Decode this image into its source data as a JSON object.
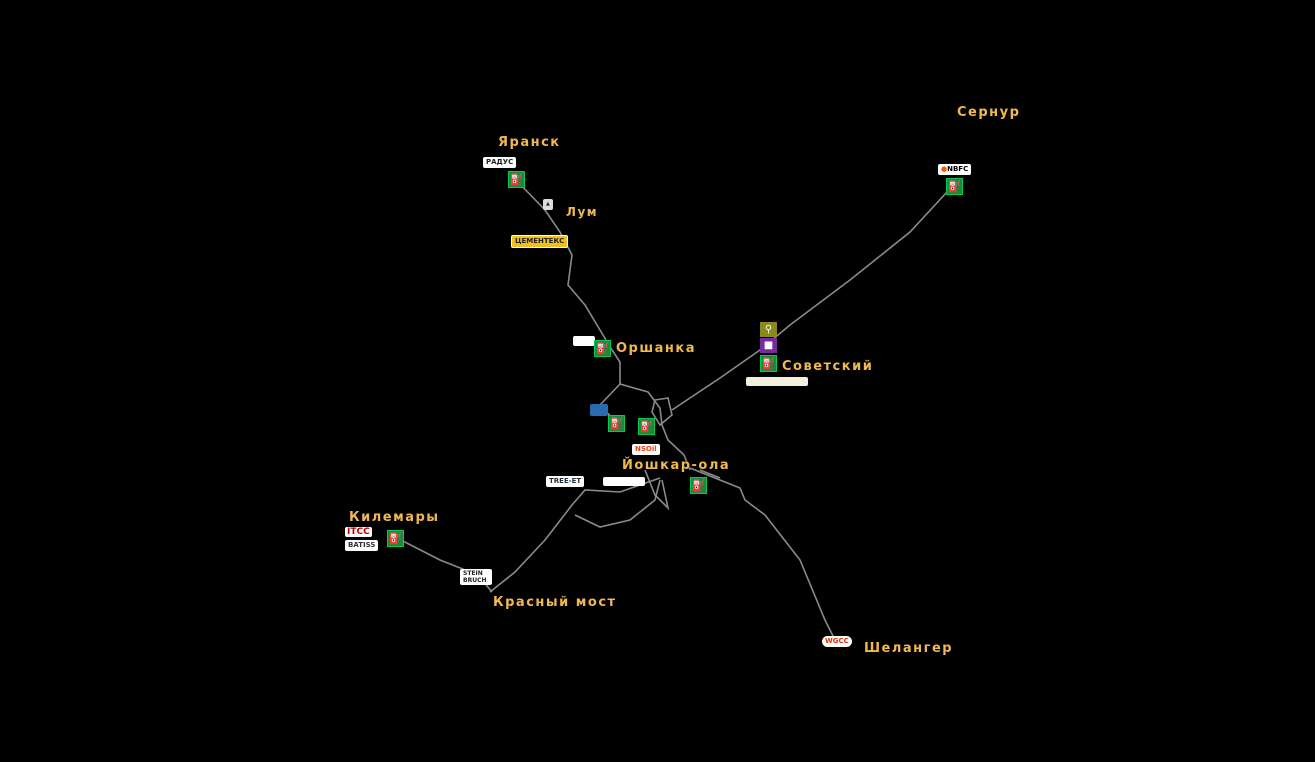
{
  "cities": {
    "yaransk": "Яранск",
    "lum": "Лум",
    "orshanka": "Оршанка",
    "sovetsky": "Советский",
    "yoshkar_ola": "Йошкар-ола",
    "sernur": "Сернур",
    "kilemary": "Килемары",
    "krasny_most": "Красный мост",
    "shelanger": "Шелангер"
  },
  "companies": {
    "radus": "РАДУС",
    "cementex": "ЦЕМЕНТЕКС",
    "nbfc": "NBFC",
    "nsoil": "NSOil",
    "tree_et": "TREE-ET",
    "batiss": "BATISS",
    "steinbruch": "STEIN BRUCH",
    "wgcc": "WGCC",
    "itcc": "ITCC"
  },
  "icons": {
    "fuel": "fuel-station-icon",
    "garage": "garage-icon",
    "service": "truck-service-icon"
  },
  "colors": {
    "city_label": "#f0b850",
    "road": "#8a8a8a",
    "fuel": "#1a8a3a",
    "garage": "#8a8a1a",
    "service": "#7a2aa0"
  }
}
